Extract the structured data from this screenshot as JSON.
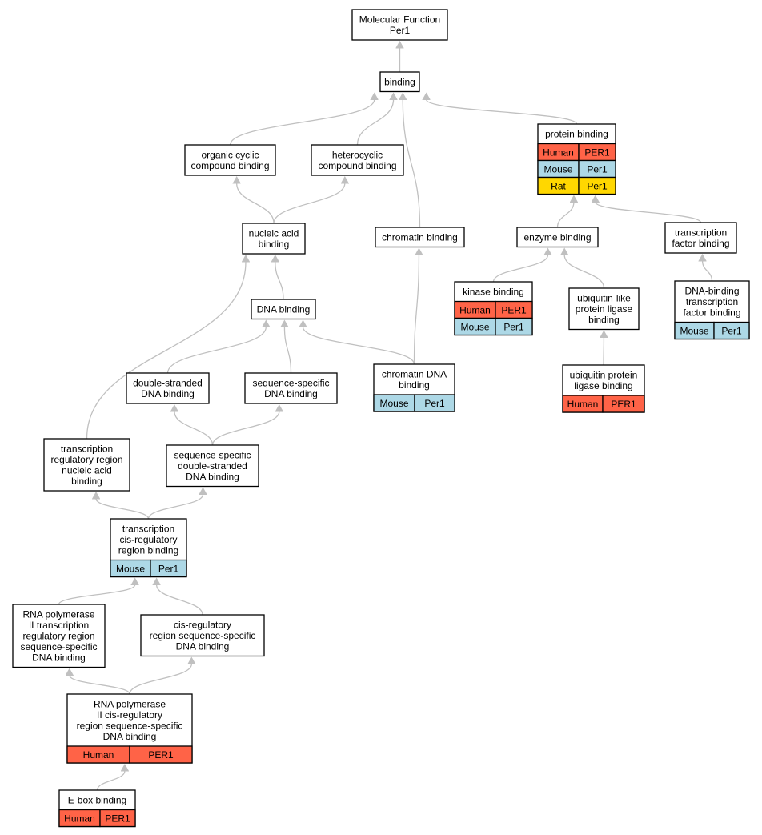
{
  "colors": {
    "edge": "#c0c0c0",
    "Human": "#ff6347",
    "Mouse": "#add8e6",
    "Rat": "#ffd700"
  },
  "nodes": {
    "molecular_function": {
      "lines": [
        "Molecular Function",
        "Per1"
      ]
    },
    "binding": {
      "lines": [
        "binding"
      ]
    },
    "protein_binding": {
      "lines": [
        "protein binding"
      ],
      "annotations": [
        {
          "species": "Human",
          "gene": "PER1"
        },
        {
          "species": "Mouse",
          "gene": "Per1"
        },
        {
          "species": "Rat",
          "gene": "Per1"
        }
      ]
    },
    "organic_cyclic": {
      "lines": [
        "organic cyclic",
        "compound binding"
      ]
    },
    "heterocyclic": {
      "lines": [
        "heterocyclic",
        "compound binding"
      ]
    },
    "nucleic_acid": {
      "lines": [
        "nucleic acid",
        "binding"
      ]
    },
    "chromatin_binding": {
      "lines": [
        "chromatin binding"
      ]
    },
    "enzyme_binding": {
      "lines": [
        "enzyme binding"
      ]
    },
    "tf_binding": {
      "lines": [
        "transcription",
        "factor binding"
      ]
    },
    "dna_binding": {
      "lines": [
        "DNA binding"
      ]
    },
    "kinase_binding": {
      "lines": [
        "kinase binding"
      ],
      "annotations": [
        {
          "species": "Human",
          "gene": "PER1"
        },
        {
          "species": "Mouse",
          "gene": "Per1"
        }
      ]
    },
    "ubiquitin_like": {
      "lines": [
        "ubiquitin-like",
        "protein ligase",
        "binding"
      ]
    },
    "dna_binding_tf": {
      "lines": [
        "DNA-binding",
        "transcription",
        "factor binding"
      ],
      "annotations": [
        {
          "species": "Mouse",
          "gene": "Per1"
        }
      ]
    },
    "ds_dna": {
      "lines": [
        "double-stranded",
        "DNA binding"
      ]
    },
    "seq_specific_dna": {
      "lines": [
        "sequence-specific",
        "DNA binding"
      ]
    },
    "chromatin_dna": {
      "lines": [
        "chromatin DNA",
        "binding"
      ],
      "annotations": [
        {
          "species": "Mouse",
          "gene": "Per1"
        }
      ]
    },
    "ubiquitin_protein": {
      "lines": [
        "ubiquitin protein",
        "ligase binding"
      ],
      "annotations": [
        {
          "species": "Human",
          "gene": "PER1"
        }
      ]
    },
    "tr_region_na": {
      "lines": [
        "transcription",
        "regulatory region",
        "nucleic acid",
        "binding"
      ]
    },
    "seq_specific_ds": {
      "lines": [
        "sequence-specific",
        "double-stranded",
        "DNA binding"
      ]
    },
    "cis_regulatory": {
      "lines": [
        "transcription",
        "cis-regulatory",
        "region binding"
      ],
      "annotations": [
        {
          "species": "Mouse",
          "gene": "Per1"
        }
      ]
    },
    "rnap2_tr_region": {
      "lines": [
        "RNA polymerase",
        "II transcription",
        "regulatory region",
        "sequence-specific",
        "DNA binding"
      ]
    },
    "cis_reg_seq_specific": {
      "lines": [
        "cis-regulatory",
        "region sequence-specific",
        "DNA binding"
      ]
    },
    "rnap2_cis_reg": {
      "lines": [
        "RNA polymerase",
        "II cis-regulatory",
        "region sequence-specific",
        "DNA binding"
      ],
      "annotations": [
        {
          "species": "Human",
          "gene": "PER1"
        }
      ]
    },
    "ebox": {
      "lines": [
        "E-box binding"
      ],
      "annotations": [
        {
          "species": "Human",
          "gene": "PER1"
        }
      ]
    }
  }
}
